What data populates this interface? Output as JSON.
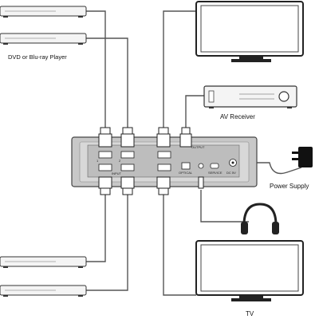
{
  "labels": {
    "player": "DVD or Blu-ray Player",
    "receiver": "AV Receiver",
    "power": "Power Supply",
    "tv": "TV"
  },
  "device_panel": {
    "output": "OUTPUT",
    "input": "INPUT",
    "optical": "OPTICAL",
    "service": "SERVICE",
    "dc": "DC 5V",
    "in1": "1",
    "in2": "2"
  }
}
